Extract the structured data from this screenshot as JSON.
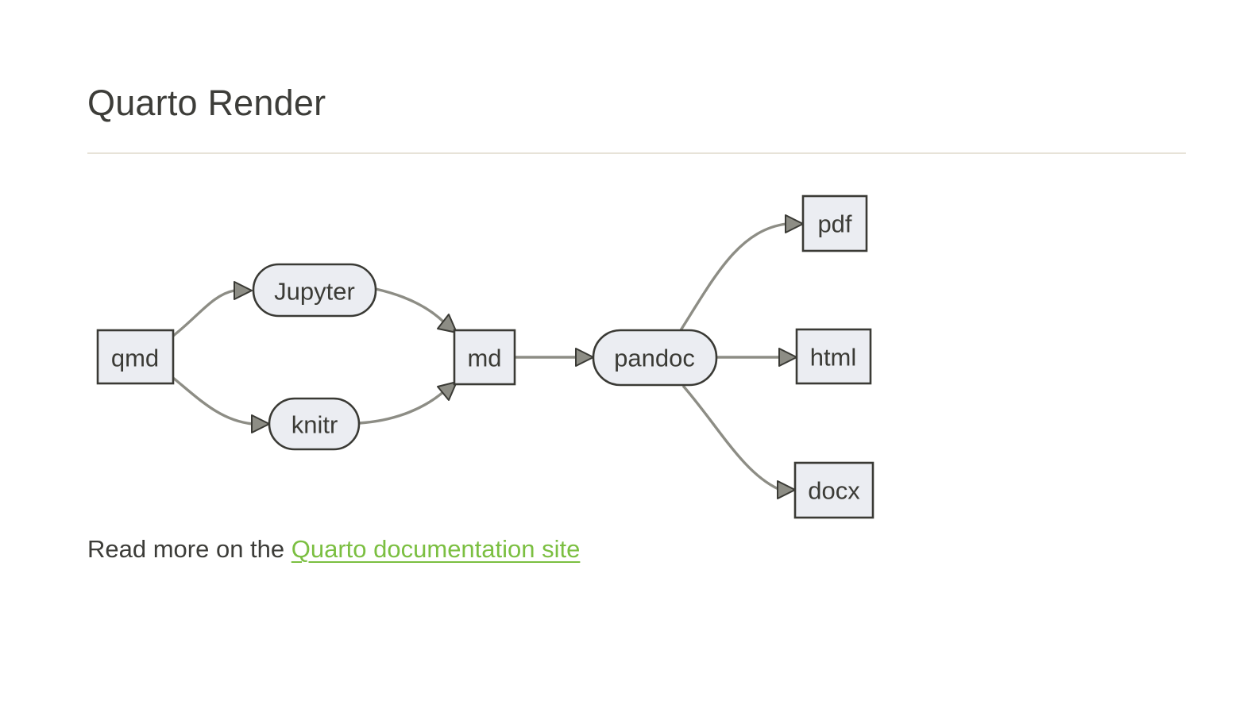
{
  "page": {
    "title": "Quarto Render"
  },
  "diagram": {
    "nodes": {
      "qmd": "qmd",
      "jupyter": "Jupyter",
      "knitr": "knitr",
      "md": "md",
      "pandoc": "pandoc",
      "pdf": "pdf",
      "html": "html",
      "docx": "docx"
    },
    "edges": [
      {
        "from": "qmd",
        "to": "Jupyter"
      },
      {
        "from": "qmd",
        "to": "knitr"
      },
      {
        "from": "Jupyter",
        "to": "md"
      },
      {
        "from": "knitr",
        "to": "md"
      },
      {
        "from": "md",
        "to": "pandoc"
      },
      {
        "from": "pandoc",
        "to": "pdf"
      },
      {
        "from": "pandoc",
        "to": "html"
      },
      {
        "from": "pandoc",
        "to": "docx"
      }
    ]
  },
  "footer": {
    "prefix": "Read more on the ",
    "link_label": "Quarto documentation site"
  },
  "colors": {
    "link_green": "#7bbf41",
    "node_fill": "#ebedf2",
    "node_border": "#3a3a35",
    "edge_gray": "#8d8d85",
    "heading_text": "#3d3d39",
    "divider_tan": "#e7e3d8"
  }
}
